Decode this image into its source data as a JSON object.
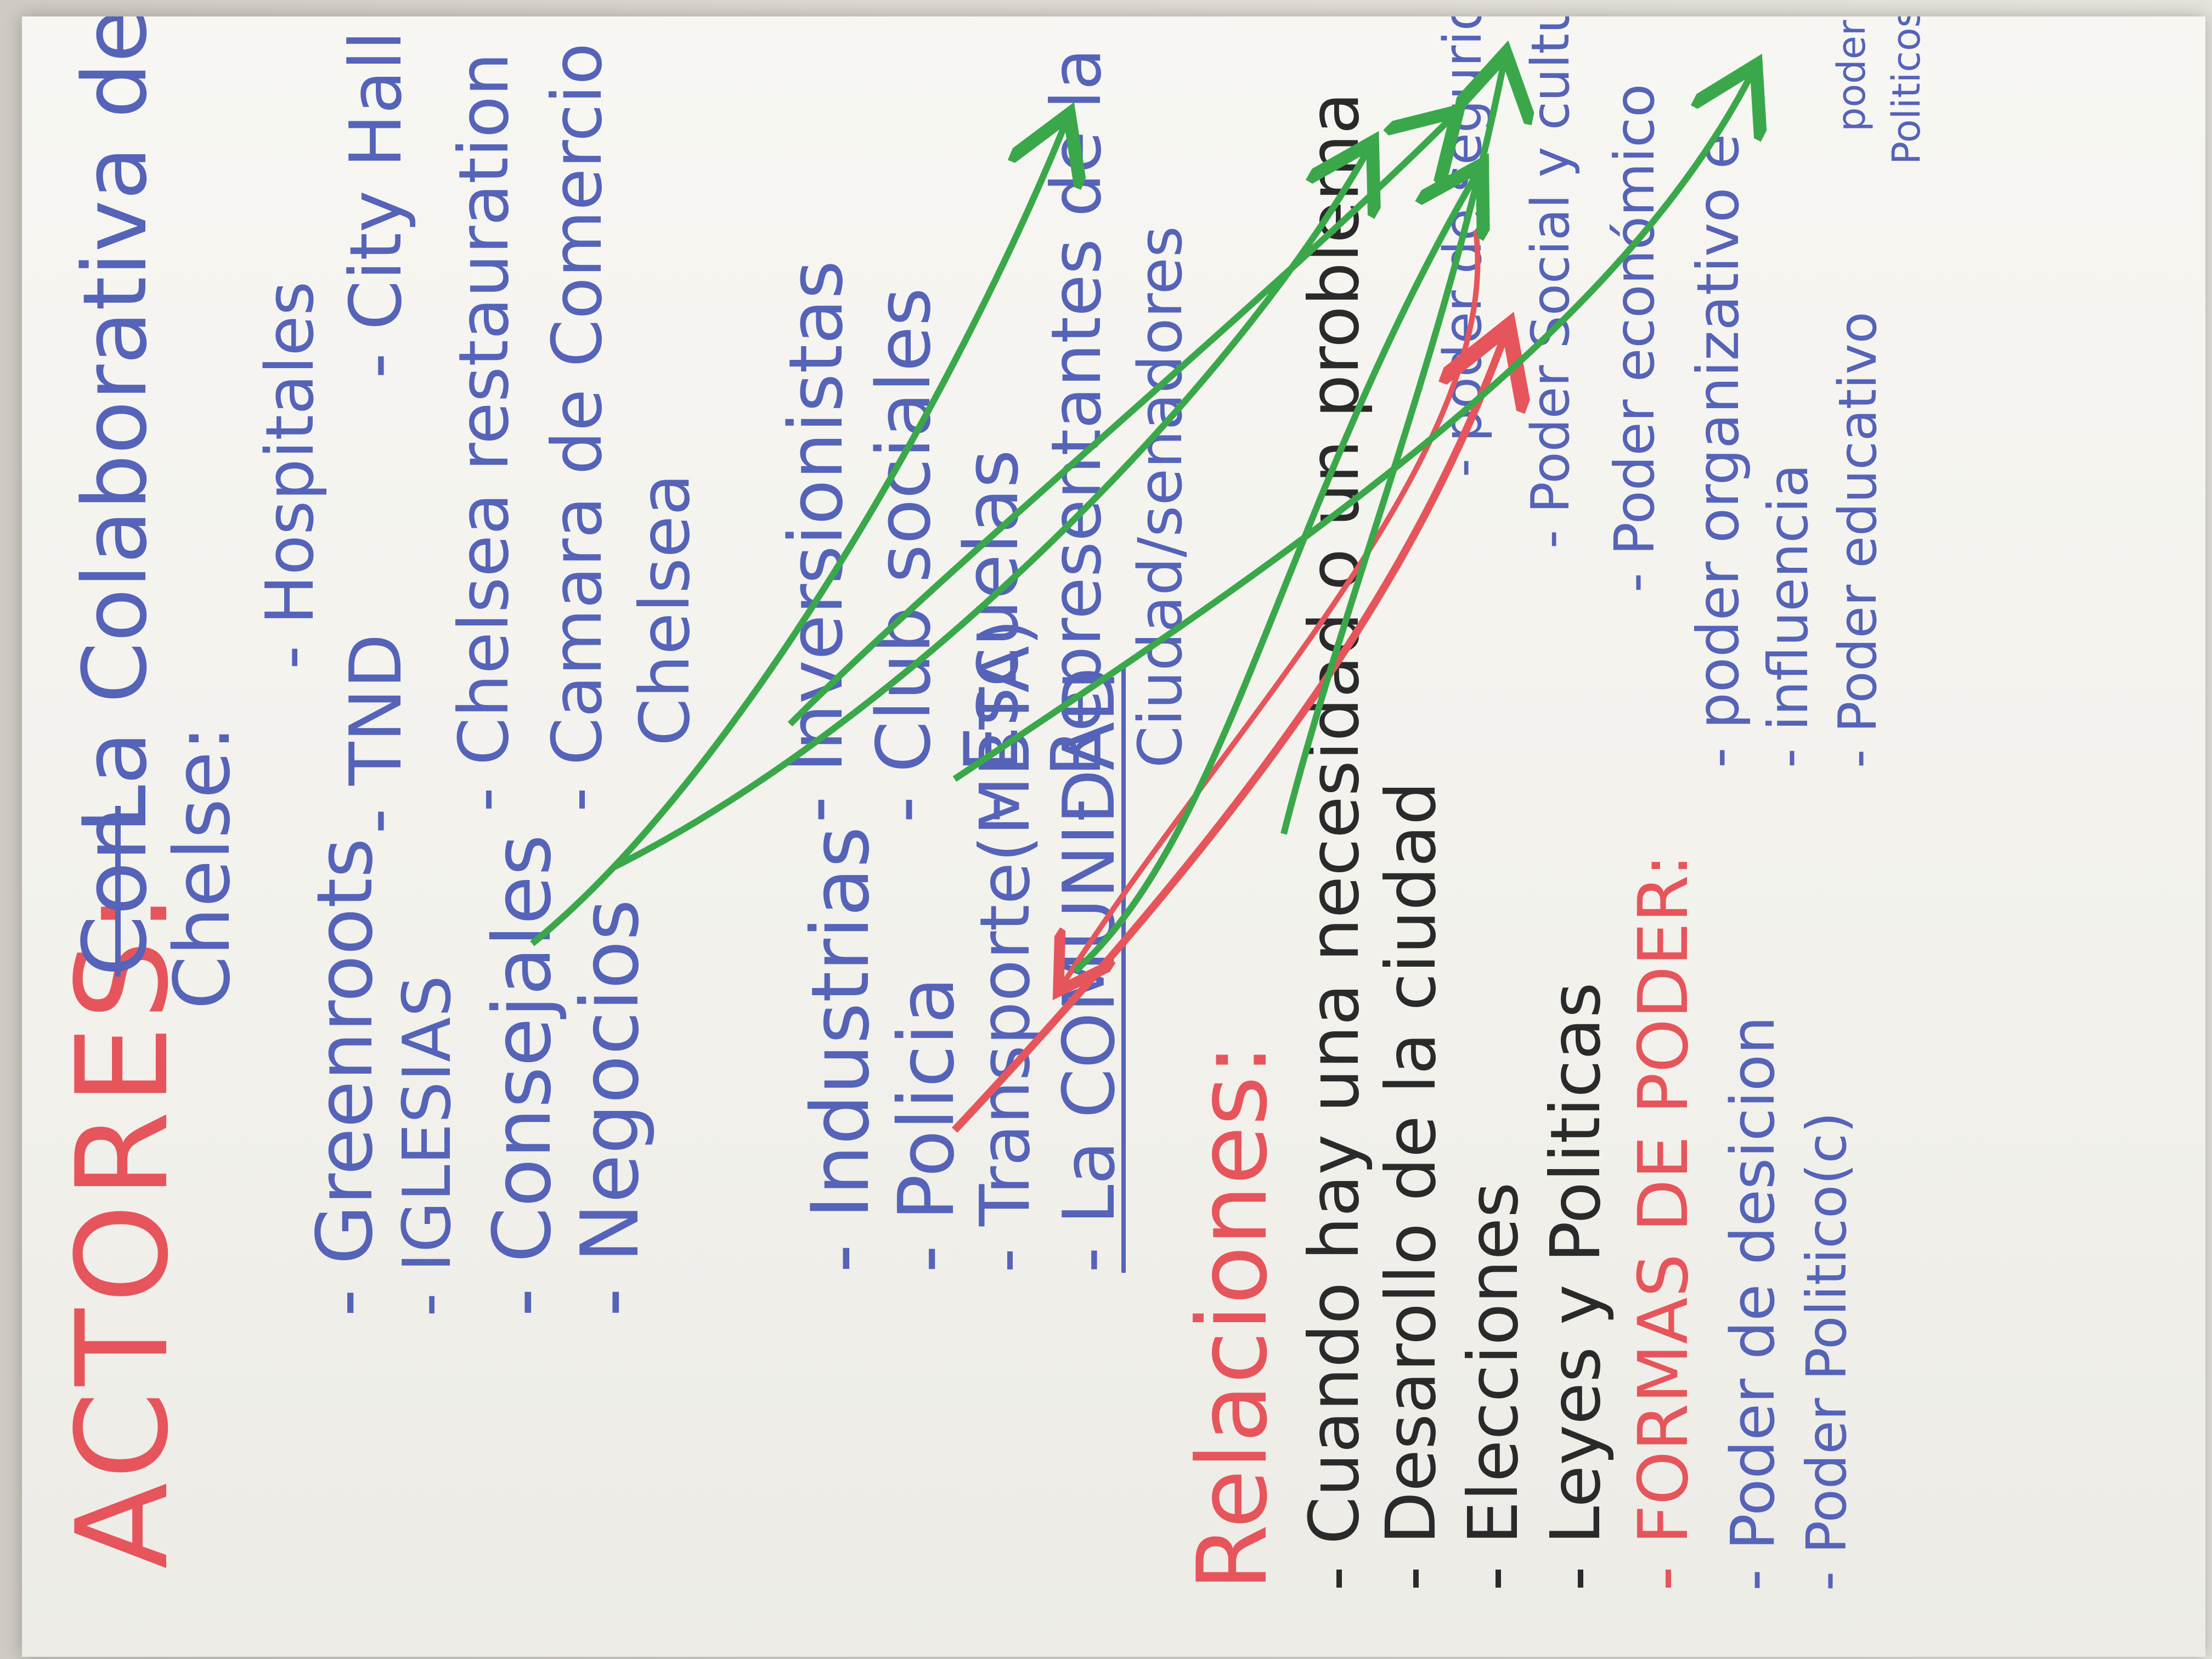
{
  "title": "ACTORES:",
  "collab": {
    "struck": "Con",
    "line1": "La Colaborativa de",
    "line2": "Chelse:"
  },
  "actors_left": [
    "- Greenroots",
    "- IGLESIAS",
    "- Consejales",
    "- Negocios",
    "- Industrias",
    "- Policia",
    "- Transporte(MBTA)",
    "- La COMUNIDAD"
  ],
  "actors_right": [
    "- Hospitales",
    "- TND",
    "- City Hall",
    "- Chelsea restauration",
    "- Camara de Comercio",
    "Chelsea",
    "- Inversionistas",
    "- Club sociales",
    "- Escuelas",
    "- Representantes de la",
    "Ciudad/senadores"
  ],
  "relaciones": {
    "heading": "Relaciones:",
    "items": [
      "- Cuando hay una necesidad o un problema",
      "- Desarollo de la ciudad",
      "- Elecciones",
      "- Leyes y Politicas"
    ]
  },
  "formas": {
    "heading": "- FORMAS DE PODER:",
    "left": [
      "- Poder de desicion",
      "- Poder Politico(c)"
    ],
    "right": [
      "- poder de seguridad",
      "- Poder Social y cultural",
      "- Poder económico",
      "- poder organizativo e",
      "- influencia",
      "- Poder educativo",
      "poder elección",
      "Politicos."
    ]
  },
  "colors": {
    "blue_marker": "#5563b8",
    "red_marker": "#e6555b",
    "black_marker": "#2a2a2a",
    "green_marker": "#3aa84a"
  }
}
